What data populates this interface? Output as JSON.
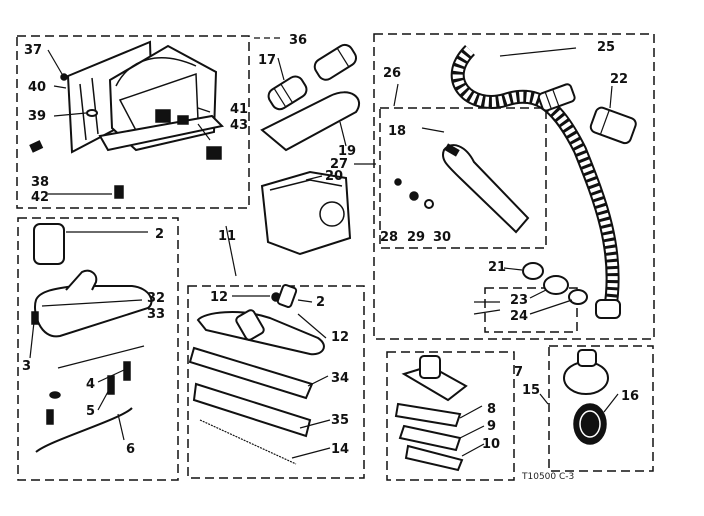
{
  "labels": {
    "l37": "37",
    "l40": "40",
    "l39": "39",
    "l38": "38",
    "l42": "42",
    "l41": "41",
    "l43": "43",
    "l36": "36",
    "l17": "17",
    "l19": "19",
    "l20": "20",
    "l26": "26",
    "l25": "25",
    "l22": "22",
    "l18": "18",
    "l27": "27",
    "l28": "28",
    "l29": "29",
    "l30": "30",
    "l21": "21",
    "l23": "23",
    "l24": "24",
    "l2a": "2",
    "l32": "32",
    "l33": "33",
    "l3": "3",
    "l4": "4",
    "l5": "5",
    "l6": "6",
    "l11": "11",
    "l12a": "12",
    "l2b": "2",
    "l12b": "12",
    "l34": "34",
    "l35": "35",
    "l14": "14",
    "l7": "7",
    "l15": "15",
    "l16": "16",
    "l8": "8",
    "l9": "9",
    "l10": "10"
  },
  "footer": "T10500  C-3"
}
